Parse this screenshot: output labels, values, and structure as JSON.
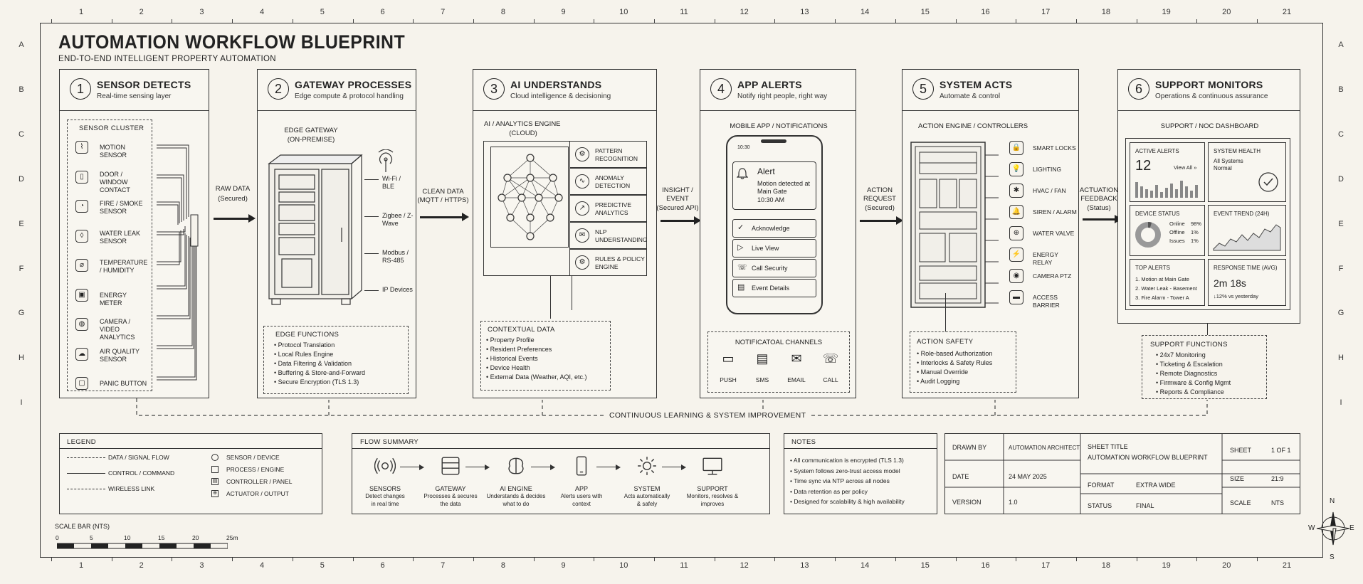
{
  "title": "AUTOMATION WORKFLOW BLUEPRINT",
  "subtitle": "END-TO-END INTELLIGENT PROPERTY AUTOMATION",
  "ruler_numbers": [
    "1",
    "2",
    "3",
    "4",
    "5",
    "6",
    "7",
    "8",
    "9",
    "10",
    "11",
    "12",
    "13",
    "14",
    "15",
    "16",
    "17",
    "18",
    "19",
    "20",
    "21"
  ],
  "ruler_letters": [
    "A",
    "B",
    "C",
    "D",
    "E",
    "F",
    "G",
    "H",
    "I"
  ],
  "stages": [
    {
      "num": "1",
      "title": "SENSOR DETECTS",
      "sub": "Real-time sensing layer"
    },
    {
      "num": "2",
      "title": "GATEWAY PROCESSES",
      "sub": "Edge compute & protocol handling"
    },
    {
      "num": "3",
      "title": "AI UNDERSTANDS",
      "sub": "Cloud intelligence & decisioning"
    },
    {
      "num": "4",
      "title": "APP ALERTS",
      "sub": "Notify right people, right way"
    },
    {
      "num": "5",
      "title": "SYSTEM ACTS",
      "sub": "Automate & control"
    },
    {
      "num": "6",
      "title": "SUPPORT MONITORS",
      "sub": "Operations & continuous assurance"
    }
  ],
  "sensor_cluster": {
    "title": "SENSOR CLUSTER",
    "items": [
      "MOTION SENSOR",
      "DOOR / WINDOW CONTACT",
      "FIRE / SMOKE SENSOR",
      "WATER LEAK SENSOR",
      "TEMPERATURE / HUMIDITY",
      "ENERGY METER",
      "CAMERA / VIDEO ANALYTICS",
      "AIR QUALITY SENSOR",
      "PANIC BUTTON"
    ]
  },
  "flow_labels": {
    "raw": "RAW DATA",
    "raw_sub": "(Secured)",
    "clean": "CLEAN DATA",
    "clean_sub": "(MQTT / HTTPS)",
    "insight": "INSIGHT / EVENT",
    "insight_sub": "(Secured API)",
    "action": "ACTION REQUEST",
    "action_sub": "(Secured)",
    "feedback": "ACTUATION FEEDBACK",
    "feedback_sub": "(Status)"
  },
  "gateway": {
    "title": "EDGE GATEWAY",
    "title2": "(ON-PREMISE)",
    "links": [
      "Wi-Fi / BLE",
      "Zigbee / Z-Wave",
      "Modbus / RS-485",
      "IP Devices"
    ],
    "functions_title": "EDGE FUNCTIONS",
    "functions": [
      "Protocol Translation",
      "Local Rules Engine",
      "Data Filtering & Validation",
      "Buffering & Store-and-Forward",
      "Secure Encryption (TLS 1.3)"
    ]
  },
  "ai": {
    "title": "AI / ANALYTICS ENGINE",
    "title2": "(CLOUD)",
    "modules": [
      "PATTERN RECOGNITION",
      "ANOMALY DETECTION",
      "PREDICTIVE ANALYTICS",
      "NLP UNDERSTANDING",
      "RULES & POLICY ENGINE"
    ],
    "context_title": "CONTEXTUAL DATA",
    "context": [
      "Property Profile",
      "Resident Preferences",
      "Historical Events",
      "Device Health",
      "External Data (Weather, AQI, etc.)"
    ]
  },
  "app": {
    "title": "MOBILE APP / NOTIFICATIONS",
    "time": "10:30",
    "alert_title": "Alert",
    "alert_line1": "Motion detected at",
    "alert_line2": "Main Gate",
    "alert_time": "10:30 AM",
    "actions": [
      "Acknowledge",
      "Live View",
      "Call Security",
      "Event Details"
    ],
    "channels_title": "NOTIFICATOAL CHANNELS",
    "channels": [
      "PUSH",
      "SMS",
      "EMAIL",
      "CALL"
    ]
  },
  "system": {
    "title": "ACTION ENGINE / CONTROLLERS",
    "outputs": [
      "SMART LOCKS",
      "LIGHTING",
      "HVAC / FAN",
      "SIREN / ALARM",
      "WATER VALVE",
      "ENERGY RELAY",
      "CAMERA PTZ",
      "ACCESS BARRIER"
    ],
    "safety_title": "ACTION SAFETY",
    "safety": [
      "Role-based Authorization",
      "Interlocks & Safety Rules",
      "Manual Override",
      "Audit Logging"
    ]
  },
  "support": {
    "title": "SUPPORT / NOC DASHBOARD",
    "active_alerts_label": "ACTIVE ALERTS",
    "active_alerts_value": "12",
    "view_all": "View All »",
    "health_label": "SYSTEM HEALTH",
    "health_line1": "All Systems",
    "health_line2": "Normal",
    "device_status_label": "DEVICE STATUS",
    "device_status": [
      {
        "label": "Online",
        "value": "98%"
      },
      {
        "label": "Offline",
        "value": "1%"
      },
      {
        "label": "Issues",
        "value": "1%"
      }
    ],
    "trend_label": "EVENT TREND (24H)",
    "top_alerts_label": "TOP ALERTS",
    "top_alerts": [
      "1. Motion at Main Gate",
      "2. Water Leak - Basement",
      "3. Fire Alarm - Tower A"
    ],
    "response_label": "RESPONSE TIME (AVG)",
    "response_value": "2m 18s",
    "response_delta": "↓12% vs yesterday",
    "functions_title": "SUPPORT FUNCTIONS",
    "functions": [
      "24x7 Monitoring",
      "Ticketing & Escalation",
      "Remote Diagnostics",
      "Firmware & Config Mgmt",
      "Reports & Compliance"
    ]
  },
  "loop_label": "CONTINUOUS LEARNING & SYSTEM IMPROVEMENT",
  "legend": {
    "title": "LEGEND",
    "lines": [
      "DATA / SIGNAL FLOW",
      "CONTROL / COMMAND",
      "WIRELESS LINK"
    ],
    "symbols": [
      "SENSOR / DEVICE",
      "PROCESS / ENGINE",
      "CONTROLLER / PANEL",
      "ACTUATOR / OUTPUT"
    ]
  },
  "flow_summary": {
    "title": "FLOW SUMMARY",
    "steps": [
      {
        "name": "SENSORS",
        "desc1": "Detect changes",
        "desc2": "in real time"
      },
      {
        "name": "GATEWAY",
        "desc1": "Processes & secures",
        "desc2": "the data"
      },
      {
        "name": "AI ENGINE",
        "desc1": "Understands & decides",
        "desc2": "what to do"
      },
      {
        "name": "APP",
        "desc1": "Alerts users with",
        "desc2": "context"
      },
      {
        "name": "SYSTEM",
        "desc1": "Acts automatically",
        "desc2": "& safely"
      },
      {
        "name": "SUPPORT",
        "desc1": "Monitors, resolves &",
        "desc2": "improves"
      }
    ]
  },
  "notes": {
    "title": "NOTES",
    "items": [
      "All communication is encrypted (TLS 1.3)",
      "System follows zero-trust access model",
      "Time sync via NTP across all nodes",
      "Data retention as per policy",
      "Designed for scalability & high availability"
    ]
  },
  "titleblock": {
    "drawn_by_label": "DRAWN BY",
    "drawn_by": "AUTOMATION ARCHITECT",
    "date_label": "DATE",
    "date": "24 MAY 2025",
    "version_label": "VERSION",
    "version": "1.0",
    "sheet_title_label": "SHEET TITLE",
    "sheet_title": "AUTOMATION WORKFLOW BLUEPRINT",
    "format_label": "FORMAT",
    "format": "EXTRA WIDE",
    "status_label": "STATUS",
    "status": "FINAL",
    "sheet_label": "SHEET",
    "sheet": "1 OF 1",
    "size_label": "SIZE",
    "size": "21:9",
    "scale_label": "SCALE",
    "scale": "NTS"
  },
  "scale_bar": {
    "title": "SCALE BAR (NTS)",
    "ticks": [
      "0",
      "5",
      "10",
      "15",
      "20",
      "25m"
    ]
  },
  "compass": {
    "n": "N",
    "s": "S",
    "e": "E",
    "w": "W"
  }
}
